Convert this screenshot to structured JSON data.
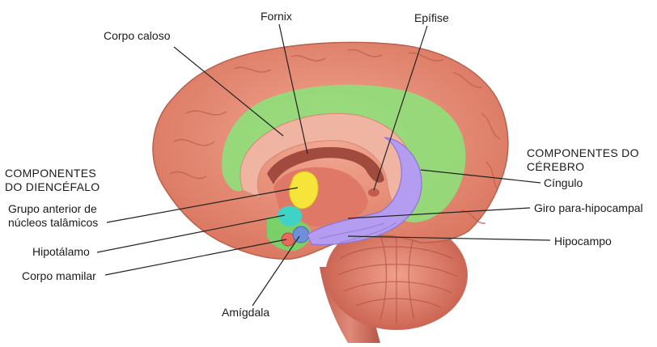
{
  "labels": {
    "corpo_caloso": "Corpo caloso",
    "fornix": "Fornix",
    "epifise": "Epífise",
    "componentes_diencefalo_1": "COMPONENTES",
    "componentes_diencefalo_2": "DO DIENCÉFALO",
    "grupo_anterior_1": "Grupo anterior de",
    "grupo_anterior_2": "núcleos talâmicos",
    "hipotalamo": "Hipotálamo",
    "corpo_mamilar": "Corpo mamilar",
    "amigdala": "Amígdala",
    "componentes_cerebro_1": "COMPONENTES DO",
    "componentes_cerebro_2": "CÉREBRO",
    "cingulo": "Cíngulo",
    "giro_para_hipocampal": "Giro para-hipocampal",
    "hipocampo": "Hipocampo"
  },
  "colors": {
    "cortex": "#e88e78",
    "cortex_dark": "#c8644f",
    "cingulate_green": "#8ee07a",
    "corpus_callosum": "#f1b8a6",
    "thalamus_yellow": "#f6e43a",
    "hypothalamus_cyan": "#3fd3c6",
    "hippocampus_purple": "#b49cf0",
    "cerebellum": "#e68a78",
    "brainstem": "#d47466"
  }
}
